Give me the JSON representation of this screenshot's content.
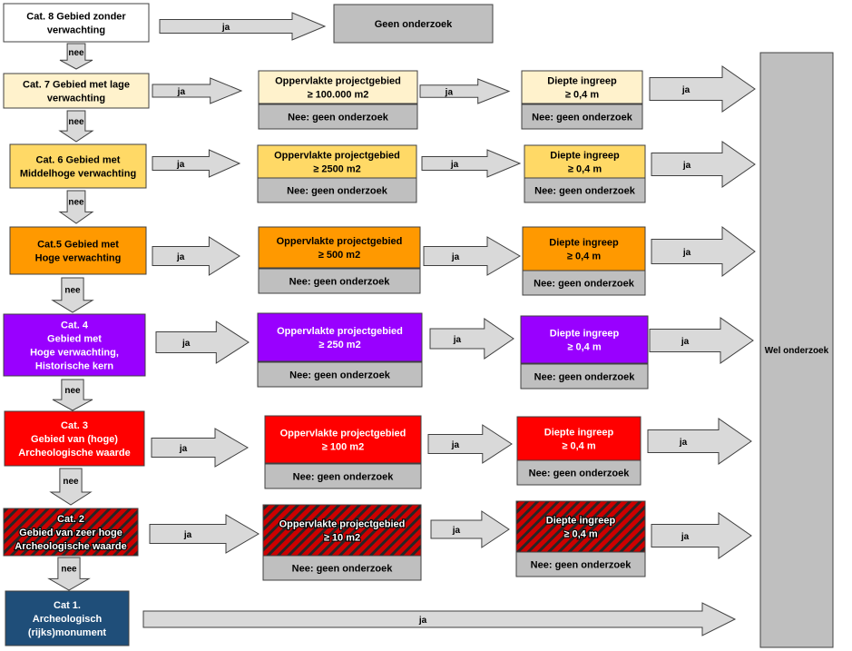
{
  "colors": {
    "cat8": "#ffffff",
    "cat7": "#fff2cc",
    "cat6": "#ffd966",
    "cat5": "#ff9900",
    "cat4": "#9900ff",
    "cat3": "#ff0000",
    "cat2_hatch_red": "#cc0000",
    "cat2_hatch_dark": "#262626",
    "cat1": "#1f4e79",
    "gray_box": "#bfbfbf",
    "arrow_fill": "#d9d9d9",
    "border": "#404040"
  },
  "arrow_ja": "ja",
  "arrow_nee": "nee",
  "geen_onderzoek": "Geen onderzoek",
  "wel_onderzoek": "Wel onderzoek",
  "rows": [
    {
      "category": [
        "Cat. 8 Gebied zonder",
        "verwachting"
      ]
    },
    {
      "category": [
        "Cat. 7 Gebied met lage",
        "verwachting"
      ],
      "area": [
        "Oppervlakte projectgebied",
        "≥ 100.000 m2"
      ],
      "area_no": "Nee: geen onderzoek",
      "depth": [
        "Diepte ingreep",
        "≥ 0,4 m"
      ],
      "depth_no": "Nee: geen onderzoek"
    },
    {
      "category": [
        "Cat. 6 Gebied met",
        "Middelhoge verwachting"
      ],
      "area": [
        "Oppervlakte projectgebied",
        "≥ 2500 m2"
      ],
      "area_no": "Nee: geen onderzoek",
      "depth": [
        "Diepte ingreep",
        "≥ 0,4 m"
      ],
      "depth_no": "Nee: geen onderzoek"
    },
    {
      "category": [
        "Cat.5 Gebied met",
        "Hoge verwachting"
      ],
      "area": [
        "Oppervlakte projectgebied",
        "≥ 500 m2"
      ],
      "area_no": "Nee: geen onderzoek",
      "depth": [
        "Diepte ingreep",
        "≥ 0,4 m"
      ],
      "depth_no": "Nee: geen onderzoek"
    },
    {
      "category": [
        "Cat. 4",
        "Gebied met",
        "Hoge verwachting,",
        "Historische kern"
      ],
      "area": [
        "Oppervlakte projectgebied",
        "≥ 250 m2"
      ],
      "area_no": "Nee: geen onderzoek",
      "depth": [
        "Diepte ingreep",
        "≥ 0,4 m"
      ],
      "depth_no": "Nee: geen onderzoek"
    },
    {
      "category": [
        "Cat. 3",
        "Gebied van (hoge)",
        "Archeologische  waarde"
      ],
      "area": [
        "Oppervlakte projectgebied",
        "≥ 100 m2"
      ],
      "area_no": "Nee: geen onderzoek",
      "depth": [
        "Diepte ingreep",
        "≥ 0,4 m"
      ],
      "depth_no": "Nee: geen onderzoek"
    },
    {
      "category": [
        "Cat. 2",
        "Gebied van zeer hoge",
        "Archeologische  waarde"
      ],
      "area": [
        "Oppervlakte projectgebied",
        "≥ 10 m2"
      ],
      "area_no": "Nee: geen onderzoek",
      "depth": [
        "Diepte ingreep",
        "≥ 0,4 m"
      ],
      "depth_no": "Nee: geen onderzoek"
    },
    {
      "category": [
        "Cat 1.",
        "Archeologisch",
        "(rijks)monument"
      ]
    }
  ]
}
